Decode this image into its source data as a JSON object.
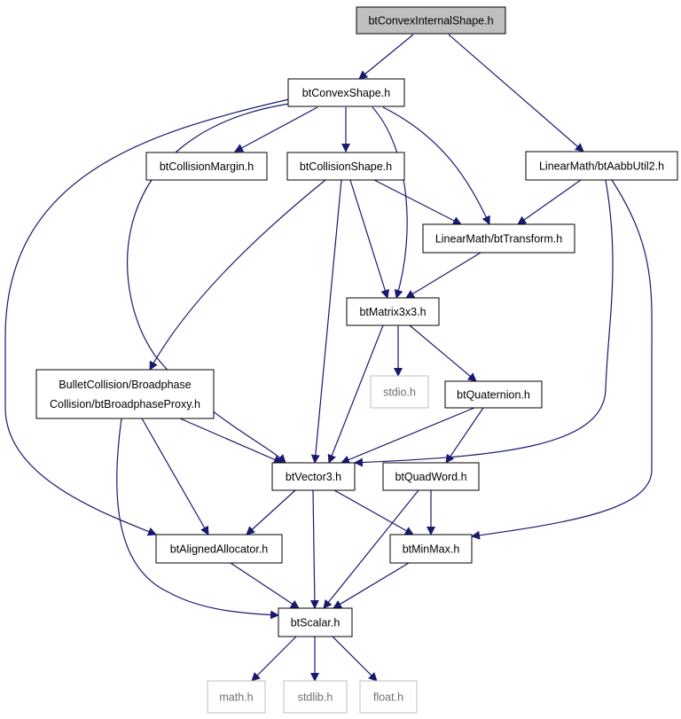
{
  "diagram": {
    "colors": {
      "edge": "#191970",
      "root_fill": "#bfbfbf",
      "node_border": "#000000",
      "external_border": "#bfbfbf",
      "external_text": "#6e6e6e"
    },
    "nodes": [
      {
        "id": "btConvexInternalShape",
        "lines": [
          "btConvexInternalShape.h"
        ],
        "kind": "root"
      },
      {
        "id": "btConvexShape",
        "lines": [
          "btConvexShape.h"
        ],
        "kind": "normal"
      },
      {
        "id": "btAabbUtil2",
        "lines": [
          "LinearMath/btAabbUtil2.h"
        ],
        "kind": "normal"
      },
      {
        "id": "btCollisionMargin",
        "lines": [
          "btCollisionMargin.h"
        ],
        "kind": "normal"
      },
      {
        "id": "btCollisionShape",
        "lines": [
          "btCollisionShape.h"
        ],
        "kind": "normal"
      },
      {
        "id": "btTransform",
        "lines": [
          "LinearMath/btTransform.h"
        ],
        "kind": "normal"
      },
      {
        "id": "btMatrix3x3",
        "lines": [
          "btMatrix3x3.h"
        ],
        "kind": "normal"
      },
      {
        "id": "btBroadphaseProxy",
        "lines": [
          "BulletCollision/Broadphase",
          "Collision/btBroadphaseProxy.h"
        ],
        "kind": "normal"
      },
      {
        "id": "stdio",
        "lines": [
          "stdio.h"
        ],
        "kind": "external"
      },
      {
        "id": "btQuaternion",
        "lines": [
          "btQuaternion.h"
        ],
        "kind": "normal"
      },
      {
        "id": "btVector3",
        "lines": [
          "btVector3.h"
        ],
        "kind": "normal"
      },
      {
        "id": "btQuadWord",
        "lines": [
          "btQuadWord.h"
        ],
        "kind": "normal"
      },
      {
        "id": "btAlignedAllocator",
        "lines": [
          "btAlignedAllocator.h"
        ],
        "kind": "normal"
      },
      {
        "id": "btMinMax",
        "lines": [
          "btMinMax.h"
        ],
        "kind": "normal"
      },
      {
        "id": "btScalar",
        "lines": [
          "btScalar.h"
        ],
        "kind": "normal"
      },
      {
        "id": "math",
        "lines": [
          "math.h"
        ],
        "kind": "external"
      },
      {
        "id": "stdlib",
        "lines": [
          "stdlib.h"
        ],
        "kind": "external"
      },
      {
        "id": "float",
        "lines": [
          "float.h"
        ],
        "kind": "external"
      }
    ],
    "edges": [
      {
        "from": "btConvexInternalShape",
        "to": "btConvexShape"
      },
      {
        "from": "btConvexInternalShape",
        "to": "btAabbUtil2"
      },
      {
        "from": "btConvexShape",
        "to": "btCollisionMargin"
      },
      {
        "from": "btConvexShape",
        "to": "btCollisionShape"
      },
      {
        "from": "btConvexShape",
        "to": "btTransform"
      },
      {
        "from": "btConvexShape",
        "to": "btMatrix3x3"
      },
      {
        "from": "btConvexShape",
        "to": "btVector3"
      },
      {
        "from": "btConvexShape",
        "to": "btAlignedAllocator"
      },
      {
        "from": "btAabbUtil2",
        "to": "btTransform"
      },
      {
        "from": "btAabbUtil2",
        "to": "btVector3"
      },
      {
        "from": "btAabbUtil2",
        "to": "btMinMax"
      },
      {
        "from": "btCollisionShape",
        "to": "btTransform"
      },
      {
        "from": "btCollisionShape",
        "to": "btMatrix3x3"
      },
      {
        "from": "btCollisionShape",
        "to": "btVector3"
      },
      {
        "from": "btCollisionShape",
        "to": "btBroadphaseProxy"
      },
      {
        "from": "btTransform",
        "to": "btMatrix3x3"
      },
      {
        "from": "btMatrix3x3",
        "to": "stdio"
      },
      {
        "from": "btMatrix3x3",
        "to": "btQuaternion"
      },
      {
        "from": "btMatrix3x3",
        "to": "btVector3"
      },
      {
        "from": "btQuaternion",
        "to": "btVector3"
      },
      {
        "from": "btQuaternion",
        "to": "btQuadWord"
      },
      {
        "from": "btBroadphaseProxy",
        "to": "btVector3"
      },
      {
        "from": "btBroadphaseProxy",
        "to": "btAlignedAllocator"
      },
      {
        "from": "btBroadphaseProxy",
        "to": "btScalar"
      },
      {
        "from": "btVector3",
        "to": "btAlignedAllocator"
      },
      {
        "from": "btVector3",
        "to": "btScalar"
      },
      {
        "from": "btVector3",
        "to": "btMinMax"
      },
      {
        "from": "btQuadWord",
        "to": "btMinMax"
      },
      {
        "from": "btQuadWord",
        "to": "btScalar"
      },
      {
        "from": "btAlignedAllocator",
        "to": "btScalar"
      },
      {
        "from": "btMinMax",
        "to": "btScalar"
      },
      {
        "from": "btScalar",
        "to": "math"
      },
      {
        "from": "btScalar",
        "to": "stdlib"
      },
      {
        "from": "btScalar",
        "to": "float"
      }
    ]
  }
}
